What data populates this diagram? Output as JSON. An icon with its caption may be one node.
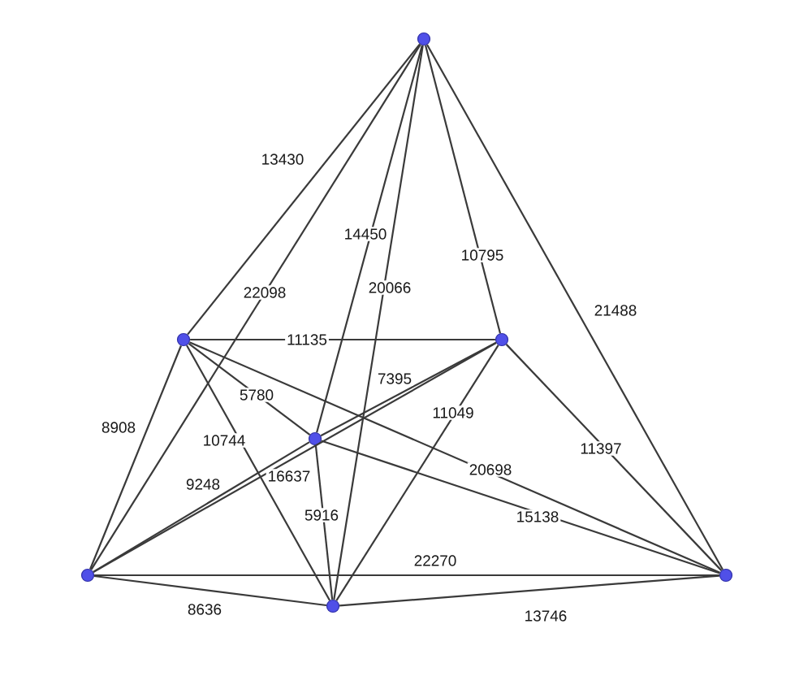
{
  "diagram": {
    "nodes": [
      {
        "text": [],
        "shape": "circle"
      },
      {
        "text": [],
        "shape": "circle"
      },
      {
        "text": [],
        "shape": "circle"
      },
      {
        "text": [],
        "shape": "circle"
      },
      {
        "text": [],
        "shape": "circle"
      },
      {
        "text": [],
        "shape": "circle"
      },
      {
        "text": [],
        "shape": "circle"
      }
    ],
    "edges": [
      {
        "from": 0,
        "to": 1,
        "arrow": "none",
        "label": "13430"
      },
      {
        "from": 0,
        "to": 4,
        "arrow": "none",
        "label": "22098"
      },
      {
        "from": 0,
        "to": 3,
        "arrow": "none",
        "label": "14450"
      },
      {
        "from": 0,
        "to": 6,
        "arrow": "none",
        "label": "20066"
      },
      {
        "from": 0,
        "to": 2,
        "arrow": "none",
        "label": "10795"
      },
      {
        "from": 0,
        "to": 5,
        "arrow": "none",
        "label": "21488"
      },
      {
        "from": 1,
        "to": 2,
        "arrow": "none",
        "label": "11135"
      },
      {
        "from": 1,
        "to": 3,
        "arrow": "none",
        "label": "5780"
      },
      {
        "from": 1,
        "to": 6,
        "arrow": "none",
        "label": "10744"
      },
      {
        "from": 1,
        "to": 4,
        "arrow": "none",
        "label": "8908"
      },
      {
        "from": 1,
        "to": 5,
        "arrow": "none",
        "label": "20698"
      },
      {
        "from": 2,
        "to": 3,
        "arrow": "none",
        "label": "7395"
      },
      {
        "from": 2,
        "to": 4,
        "arrow": "none",
        "label": "16637"
      },
      {
        "from": 2,
        "to": 6,
        "arrow": "none",
        "label": "11049"
      },
      {
        "from": 2,
        "to": 5,
        "arrow": "none",
        "label": "11397"
      },
      {
        "from": 3,
        "to": 4,
        "arrow": "none",
        "label": "9248"
      },
      {
        "from": 3,
        "to": 6,
        "arrow": "none",
        "label": "5916"
      },
      {
        "from": 3,
        "to": 5,
        "arrow": "none",
        "label": "15138"
      },
      {
        "from": 4,
        "to": 6,
        "arrow": "none",
        "label": "8636"
      },
      {
        "from": 4,
        "to": 5,
        "arrow": "none",
        "label": "22270"
      },
      {
        "from": 6,
        "to": 5,
        "arrow": "none",
        "label": "13746"
      }
    ]
  }
}
